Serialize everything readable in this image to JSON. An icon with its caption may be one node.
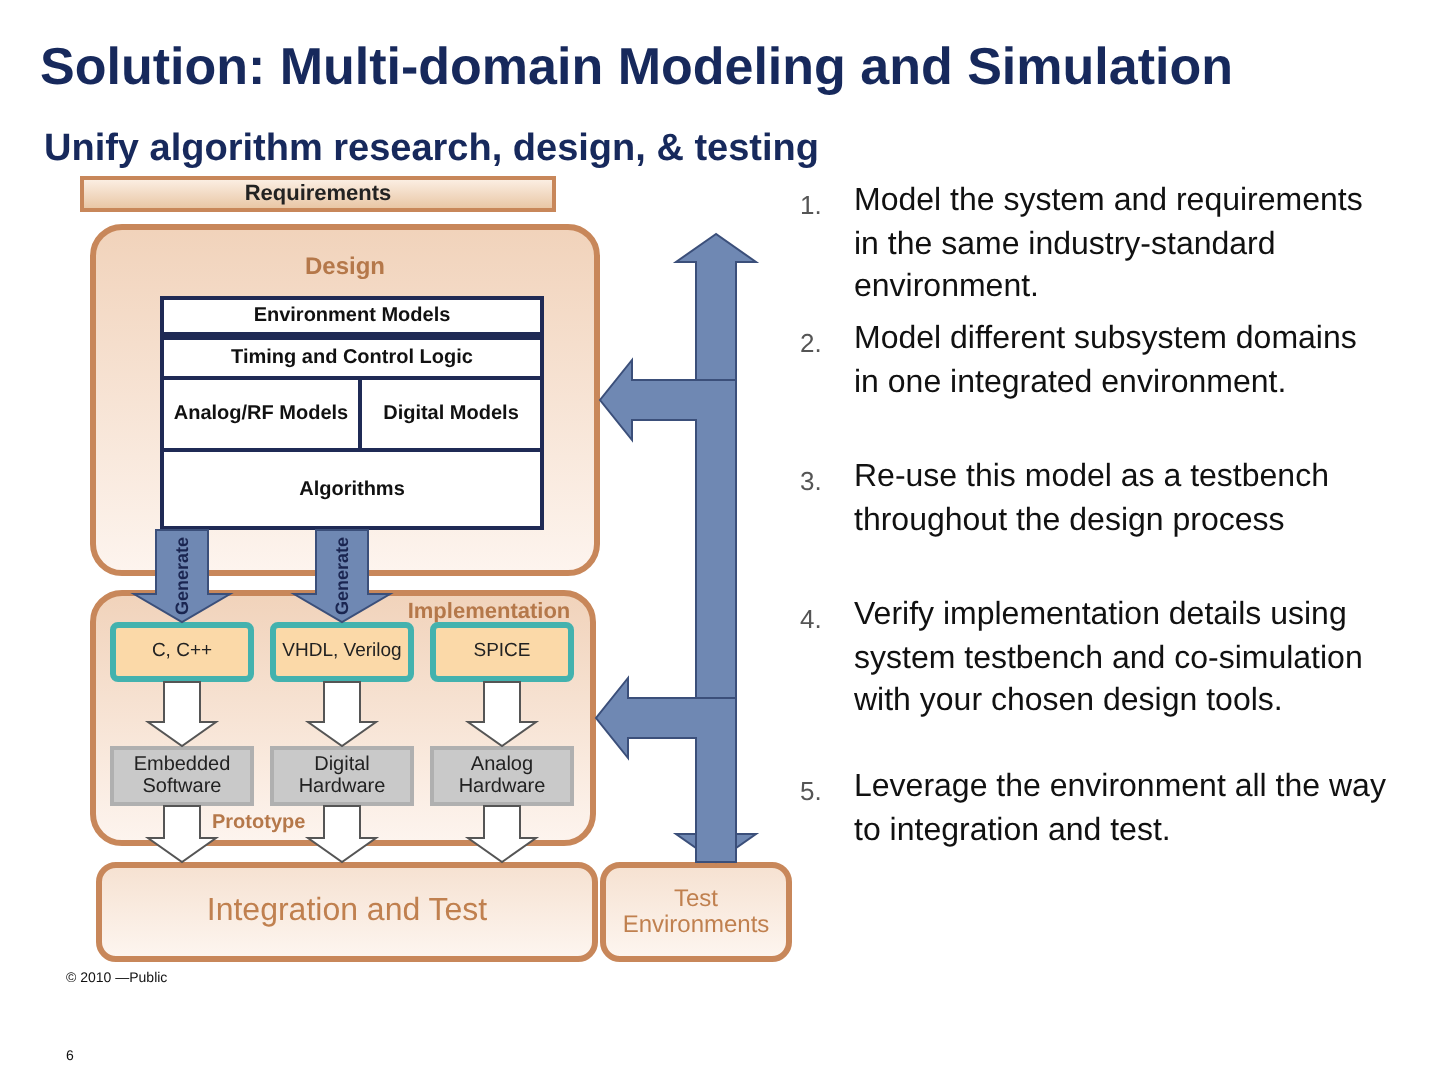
{
  "diagram": {
    "title": "Solution: Multi-domain Modeling and Simulation",
    "nodes": [
      {
        "text": [
          "Requirements"
        ]
      },
      {
        "text": [
          "Design"
        ]
      },
      {
        "text": [
          "Environment Models"
        ],
        "in": 1
      },
      {
        "text": [
          "Timing and Control Logic"
        ],
        "in": 1
      },
      {
        "text": [
          "Analog/RF Models"
        ],
        "in": 1
      },
      {
        "text": [
          "Digital Models"
        ],
        "in": 1
      },
      {
        "text": [
          "Algorithms"
        ],
        "in": 1
      },
      {
        "text": [
          "Implementation",
          "Prototype"
        ]
      },
      {
        "text": [
          "C, C++"
        ],
        "in": 7
      },
      {
        "text": [
          "VHDL, Verilog"
        ],
        "in": 7
      },
      {
        "text": [
          "SPICE"
        ],
        "in": 7
      },
      {
        "text": [
          "Embedded Software"
        ],
        "in": 7
      },
      {
        "text": [
          "Digital Hardware"
        ],
        "in": 7
      },
      {
        "text": [
          "Analog Hardware"
        ],
        "in": 7
      },
      {
        "text": [
          "Integration and Test"
        ]
      },
      {
        "text": [
          "Test Environments"
        ]
      }
    ],
    "edges": [
      {
        "from": 6,
        "to": 8,
        "arrow": "to",
        "label": "Generate",
        "style": "thick",
        "color": "#6f88b3"
      },
      {
        "from": 6,
        "to": 9,
        "arrow": "to",
        "label": "Generate",
        "style": "thick",
        "color": "#6f88b3"
      },
      {
        "from": 8,
        "to": 11,
        "arrow": "to"
      },
      {
        "from": 9,
        "to": 12,
        "arrow": "to"
      },
      {
        "from": 10,
        "to": 13,
        "arrow": "to"
      },
      {
        "from": 11,
        "to": 14,
        "arrow": "to"
      },
      {
        "from": 12,
        "to": 14,
        "arrow": "to"
      },
      {
        "from": 13,
        "to": 14,
        "arrow": "to"
      },
      {
        "from": null,
        "to": 15,
        "arrow": "both",
        "style": "thick",
        "color": "#6f88b3"
      },
      {
        "from": 15,
        "to": 1,
        "arrow": "to",
        "style": "thick",
        "color": "#6f88b3"
      },
      {
        "from": 15,
        "to": 7,
        "arrow": "to",
        "style": "thick",
        "color": "#6f88b3"
      }
    ],
    "labels": [
      "Unify algorithm research, design, & testing",
      "1.",
      "Model the system and requirements in the same industry-standard environment.",
      "2.",
      "Model different subsystem domains in one integrated environment.",
      "3.",
      "Re-use this model as a testbench throughout the design process",
      "4.",
      "Verify implementation details using system testbench and co-simulation with your chosen design tools.",
      "5.",
      "Leverage the environment all the way to integration and test.",
      "© 2010 —Public",
      "6"
    ]
  }
}
